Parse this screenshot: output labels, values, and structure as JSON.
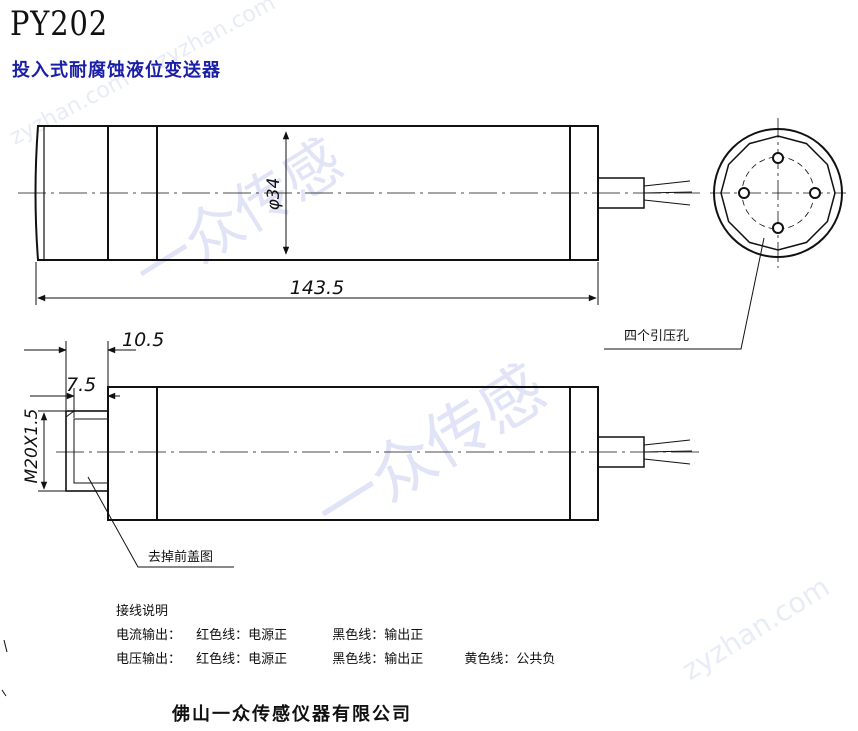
{
  "header": {
    "model": "PY202",
    "subtitle": "投入式耐腐蚀液位变送器"
  },
  "dimensions": {
    "diameter": "φ34",
    "length": "143.5",
    "offset_a": "10.5",
    "offset_b": "7.5",
    "thread": "M20X1.5"
  },
  "callouts": {
    "holes": "四个引压孔",
    "cover": "去掉前盖图"
  },
  "wiring": {
    "title": "接线说明",
    "current_row": {
      "mode": "电流输出：",
      "red": "红色线：电源正",
      "black": "黑色线：输出正"
    },
    "voltage_row": {
      "mode": "电压输出：",
      "red": "红色线：电源正",
      "black": "黑色线：输出正",
      "yellow": "黄色线：公共负"
    }
  },
  "footer": {
    "company": "佛山一众传感仪器有限公司"
  },
  "watermarks": {
    "brand": "一众传感",
    "site": "zyzhan.com"
  }
}
